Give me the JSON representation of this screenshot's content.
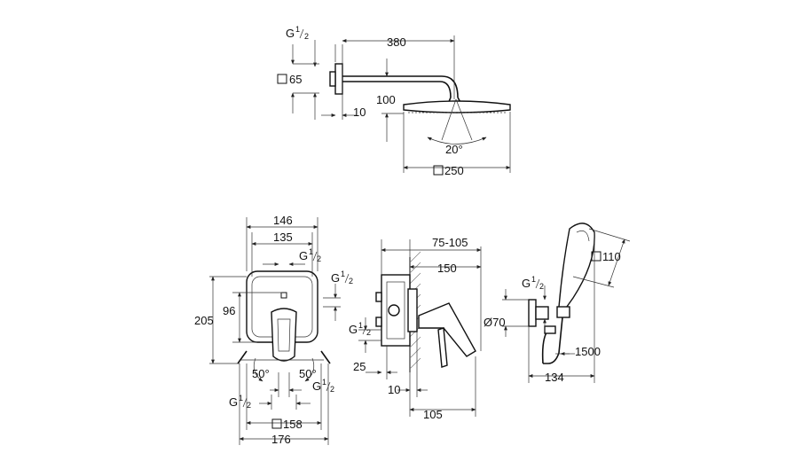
{
  "top_view": {
    "g_thread": {
      "g": "G",
      "num": "1",
      "den": "2"
    },
    "arm_length": "380",
    "flange_square": "65",
    "drop_height": "100",
    "wall_offset": "10",
    "spray_angle": "20°",
    "head_square": "250"
  },
  "front_view": {
    "width_outer": "146",
    "width_inner": "135",
    "g_top": {
      "g": "G",
      "num": "1",
      "den": "2"
    },
    "g_right": {
      "g": "G",
      "num": "1",
      "den": "2"
    },
    "height_total": "205",
    "height_inner": "96",
    "angle_left": "50°",
    "angle_right": "50°",
    "g_bottom_right": {
      "g": "G",
      "num": "1",
      "den": "2"
    },
    "g_bottom_left": {
      "g": "G",
      "num": "1",
      "den": "2"
    },
    "plate_square": "158",
    "width_total": "176"
  },
  "side_view": {
    "depth_range": "75-105",
    "depth_lever": "150",
    "g_side": {
      "g": "G",
      "num": "1",
      "den": "2"
    },
    "offset_small": "25",
    "wall_offset": "10",
    "depth_total": "105"
  },
  "hand_shower": {
    "head_square": "110",
    "g_thread": {
      "g": "G",
      "num": "1",
      "den": "2"
    },
    "elbow_diameter": "Ø70",
    "hose_length": "1500",
    "bracket_width": "134"
  }
}
